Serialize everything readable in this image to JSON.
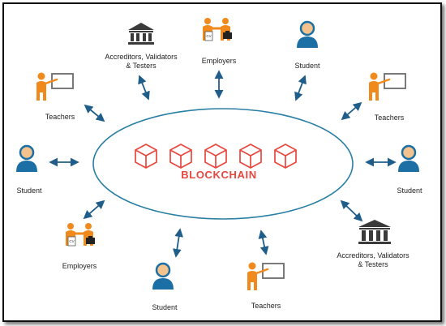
{
  "center": {
    "label": "BLOCKCHAIN",
    "cube_count": 5
  },
  "colors": {
    "ellipse": "#2a7fa3",
    "cube": "#e8473e",
    "arrow": "#1f5e8a",
    "student": "#1b6fa5",
    "person": "#f08a1c",
    "board": "#6b6b6b",
    "building": "#3a3a3a"
  },
  "nodes": {
    "accreditors_top": {
      "icon": "building-icon",
      "lines": [
        "Accreditors, Validators",
        "& Testers"
      ]
    },
    "employers_top": {
      "icon": "handshake-icon",
      "lines": [
        "Employers"
      ],
      "cv_tag": "CV"
    },
    "student_top": {
      "icon": "student-icon",
      "lines": [
        "Student"
      ]
    },
    "teachers_left": {
      "icon": "teacher-icon",
      "lines": [
        "Teachers"
      ]
    },
    "teachers_right": {
      "icon": "teacher-icon",
      "lines": [
        "Teachers"
      ]
    },
    "student_left": {
      "icon": "student-icon",
      "lines": [
        "Student"
      ]
    },
    "student_right": {
      "icon": "student-icon",
      "lines": [
        "Student"
      ]
    },
    "employers_bottom": {
      "icon": "handshake-icon",
      "lines": [
        "Employers"
      ],
      "cv_tag": "CV"
    },
    "student_bottom": {
      "icon": "student-icon",
      "lines": [
        "Student"
      ]
    },
    "teachers_bottom": {
      "icon": "teacher-icon",
      "lines": [
        "Teachers"
      ]
    },
    "accreditors_bottom": {
      "icon": "building-icon",
      "lines": [
        "Accreditors, Validators",
        "& Testers"
      ]
    }
  }
}
